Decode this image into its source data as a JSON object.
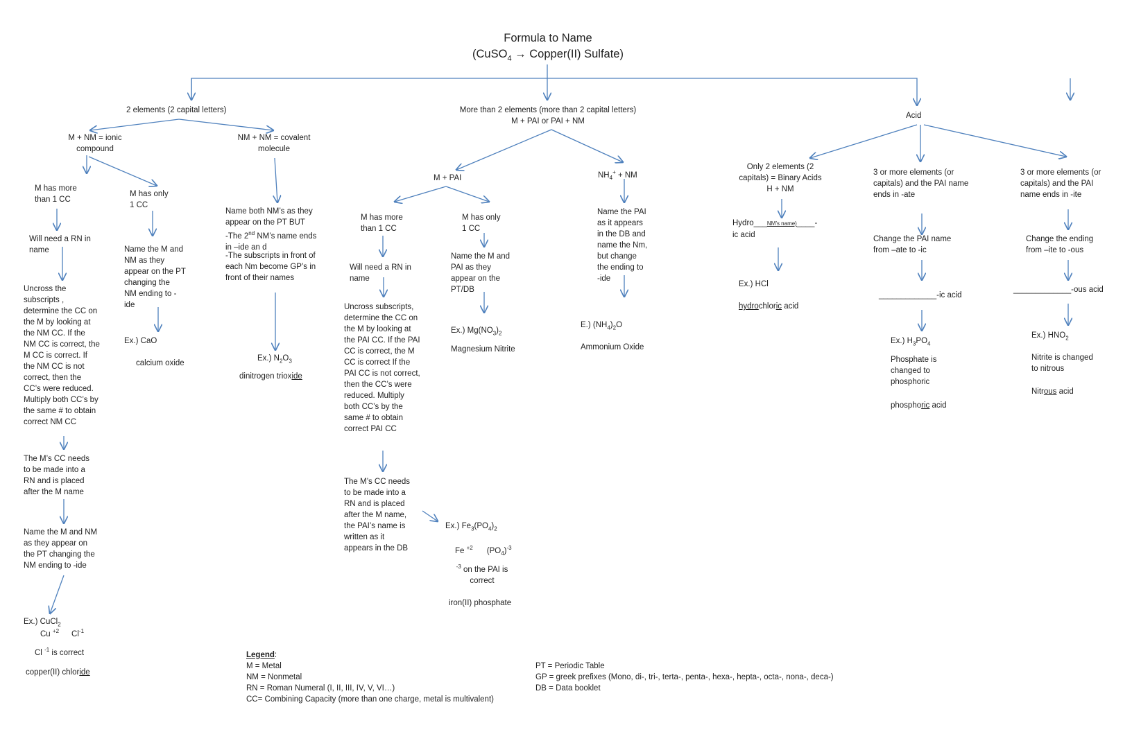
{
  "title": {
    "line1": "Formula to Name",
    "line2_pre": "(CuSO",
    "line2_sub": "4",
    "line2_arrow": " → ",
    "line2_post": "Copper(II) Sulfate)"
  },
  "branch2": {
    "head": "2 elements (2 capital letters)",
    "ionic": "M + NM = ionic\ncompound",
    "covalent": "NM + NM = covalent\nmolecule",
    "more_cc": "M has more\nthan 1 CC",
    "rn": "Will need a RN in\nname",
    "uncross": "Uncross the\nsubscripts ,\ndetermine the CC on\nthe M by looking at\nthe NM CC.  If the\nNM CC is correct, the\nM CC is correct.  If\nthe NM CC is not\ncorrect, then the\nCC’s were reduced.\nMultiply both CC’s by\nthe same # to obtain\ncorrect NM CC",
    "m_cc_rn": "The M’s CC needs\nto be made into a\nRN and is placed\nafter the M name",
    "name_m_nm": "Name the M and NM\nas they appear on\nthe PT changing the\nNM ending to -ide",
    "ex_cucl2": {
      "pre": "Ex.) CuCl",
      "sub": "2"
    },
    "cu_cl": {
      "cu": "Cu ",
      "cu_sup": "+2",
      "cl": "Cl",
      "cl_sup": "-1"
    },
    "cl_correct": {
      "cl": "Cl ",
      "sup": "-1",
      "rest": " is correct"
    },
    "copper_chloride": {
      "pre": "copper(II) chlor",
      "u": "ide"
    },
    "only1": "M has only\n1 CC",
    "name_m_nm2": "Name the M and\nNM as they\nappear on the PT\nchanging the\nNM ending to -\nide",
    "ex_cao": "Ex.) CaO",
    "calcium_oxide": "calcium oxide",
    "name_both": "Name both NM’s as they\nappear on the PT BUT",
    "second_nm": {
      "pre": "-The 2",
      "sup": "nd",
      "post": " NM’s name ends\nin –ide an d"
    },
    "subscripts": "-The subscripts in front of\neach Nm become GP’s in\nfront of their names",
    "ex_n2o3": {
      "pre": "Ex.) N",
      "s1": "2",
      "mid": "O",
      "s2": "3"
    },
    "dinitrogen": {
      "pre": "dinitrogen triox",
      "u": "ide"
    }
  },
  "branch_multi": {
    "head": "More than 2 elements (more than 2 capital letters)\nM + PAI or PAI + NM",
    "m_pai": "M + PAI",
    "nh4": {
      "pre": "NH",
      "sub": "4",
      "sup": "+",
      "post": " + NM"
    },
    "more_cc": "M has more\nthan 1 CC",
    "rn": "Will need a RN in\nname",
    "uncross": "Uncross subscripts,\ndetermine the CC on\nthe M by looking at\nthe PAI CC.  If the PAI\nCC is correct, the M\nCC is correct  If the\nPAI CC is not correct,\nthen the CC’s were\nreduced.  Multiply\nboth CC’s by the\nsame # to obtain\ncorrect PAI CC",
    "m_cc_rn": "The M’s CC needs\nto be made into a\nRN and is placed\nafter the M name,\nthe PAI’s name is\nwritten as it\nappears in the DB",
    "ex_fe": {
      "pre": "Ex.) Fe",
      "s1": "3",
      "mid": "(PO",
      "s2": "4",
      "post": ")",
      "s3": "2"
    },
    "fe_po4": {
      "fe": "Fe ",
      "fe_sup": "+2",
      "po": "(PO",
      "po_sub": "4",
      "po_end": ")",
      "po_sup": "-3"
    },
    "pai_correct": {
      "sup": "-3",
      "text": " on the PAI is\ncorrect"
    },
    "iron_phosphate": "iron(II) phosphate",
    "only1": "M has only\n1 CC",
    "name_m_pai": "Name the M and\nPAI as they\nappear on the\nPT/DB",
    "ex_mg": {
      "pre": "Ex.) Mg(NO",
      "sub": "3",
      "post": ")",
      "sub2": "2"
    },
    "magnesium_nitrite": "Magnesium Nitrite",
    "name_pai": "Name the PAI\nas it appears\nin the DB and\nname the Nm,\nbut change\nthe ending to\n-ide",
    "ex_nh4": {
      "pre": "E.) (NH",
      "sub": "4",
      "post": ")",
      "sub2": "2",
      "end": "O"
    },
    "ammonium_oxide": "Ammonium  Oxide"
  },
  "branch_acid": {
    "head": "Acid",
    "binary": "Only 2 elements (2\ncapitals) = Binary Acids\nH + NM",
    "hydro": {
      "pre": "Hydro___",
      "small": "NM’s name)",
      "post": "____-",
      "line2": "ic acid"
    },
    "ex_hcl": "Ex.) HCl",
    "hydrochloric": {
      "u1": "hydro",
      "mid": "chlor",
      "u2": "ic",
      "post": " acid"
    },
    "ate": "3 or more elements (or\ncapitals) and the PAI name\nends in -ate",
    "change_ate": "Change the PAI name\nfrom –ate to -ic",
    "ic_acid": "_____________-ic acid",
    "ex_h3po4": {
      "pre": "Ex.) H",
      "s1": "3",
      "mid": "PO",
      "s2": "4"
    },
    "phosphate_changed": "Phosphate is\nchanged to\nphosphoric",
    "phosphoric": {
      "pre": "phospho",
      "u": "ric",
      "post": " acid"
    },
    "ite": "3 or more elements (or\ncapitals) and the PAI\nname ends in -ite",
    "change_ite": "Change the ending\nfrom –ite to -ous",
    "ous_acid": "_____________-ous acid",
    "ex_hno2": {
      "pre": "Ex.) HNO",
      "sub": "2"
    },
    "nitrite_changed": "Nitrite is changed\nto nitrous",
    "nitrous": {
      "pre": "Nitr",
      "u": "ous",
      "post": " acid"
    }
  },
  "legend": {
    "heading": "Legend",
    "left": [
      "M = Metal",
      "NM = Nonmetal",
      "RN = Roman  Numeral (I, II, III, IV, V, VI…)",
      "CC= Combining Capacity (more than one charge, metal is multivalent)"
    ],
    "right": [
      "PT = Periodic Table",
      "GP = greek prefixes (Mono, di-, tri-, terta-, penta-, hexa-, hepta-, octa-, nona-, deca-)",
      "DB = Data booklet"
    ]
  },
  "colors": {
    "arrow": "#4f81bd",
    "text": "#222222"
  }
}
